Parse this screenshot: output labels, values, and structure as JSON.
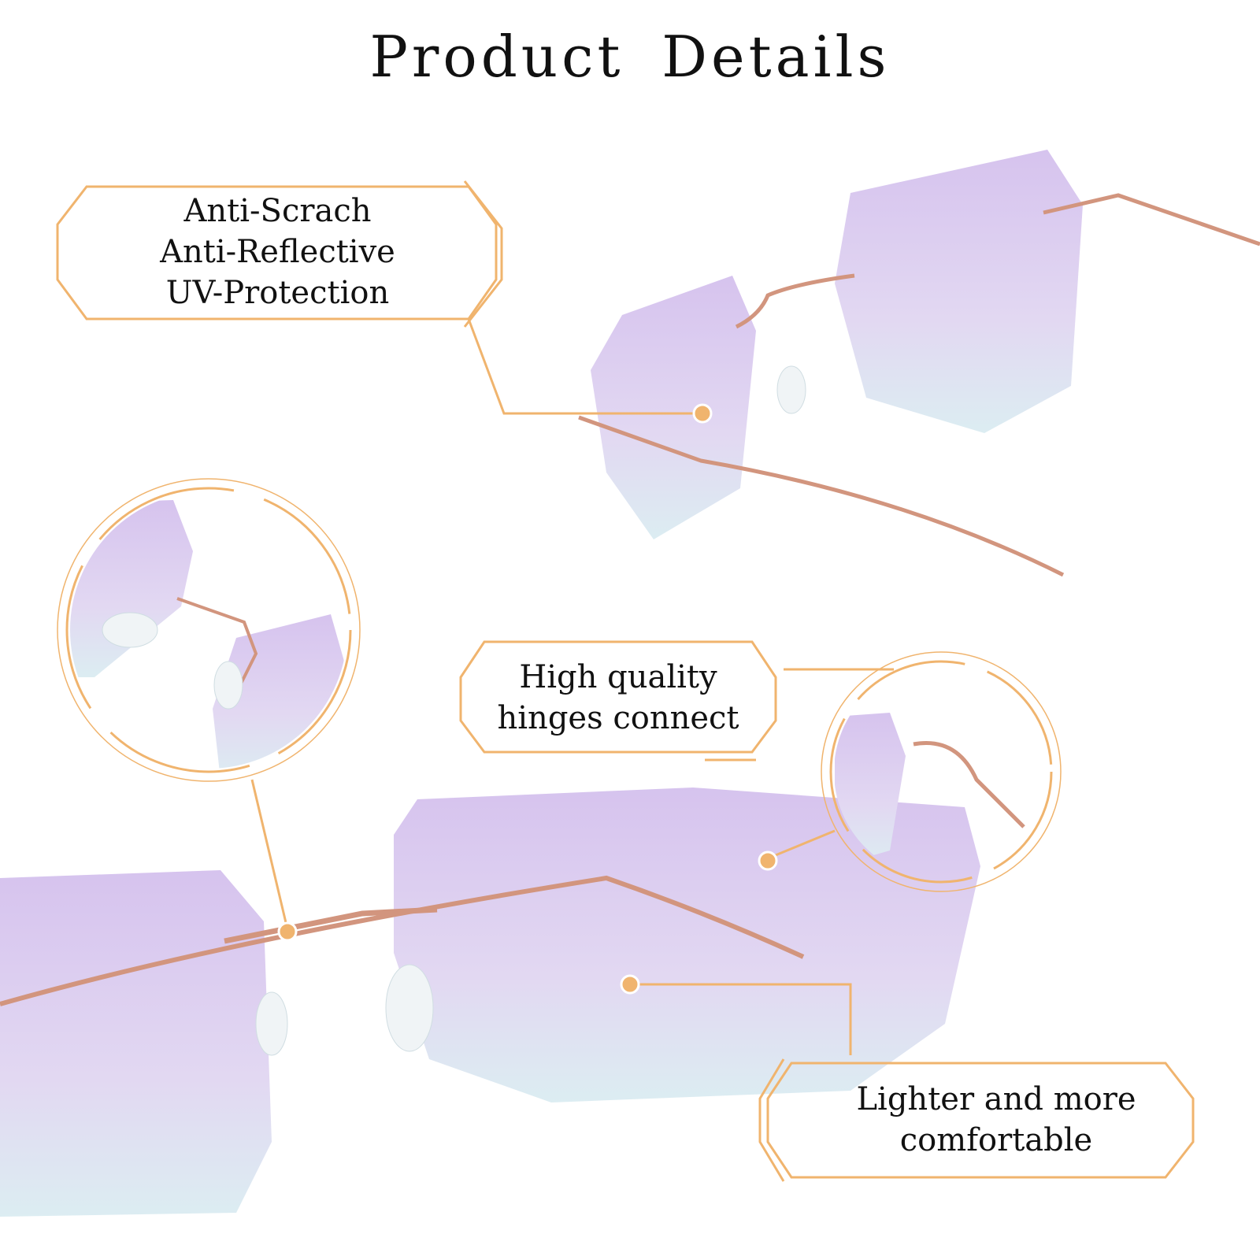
{
  "title": "Product Details",
  "callouts": {
    "coatings": [
      "Anti-Scrach",
      "Anti-Reflective",
      "UV-Protection"
    ],
    "hinges": [
      "High quality",
      "hinges connect"
    ],
    "weight": [
      "Lighter and more",
      "comfortable"
    ]
  },
  "colors": {
    "accent": "#f0b46e",
    "lens_top": "#d8c6ef",
    "lens_bottom": "#dcecf2",
    "frame": "#d2957e"
  }
}
